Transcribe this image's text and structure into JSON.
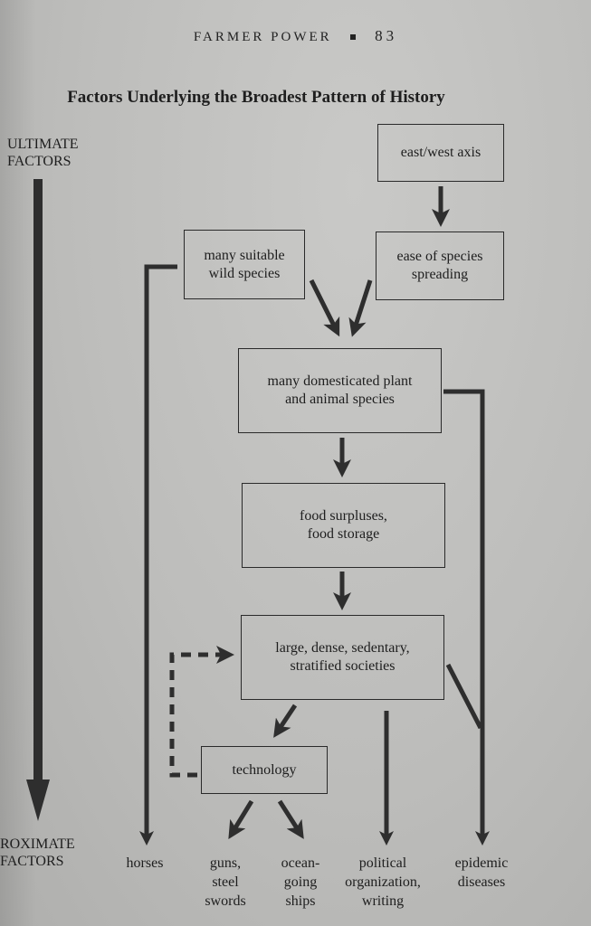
{
  "running_head": {
    "chapter": "FARMER POWER",
    "page_number": "83"
  },
  "figure": {
    "title": "Factors Underlying the Broadest Pattern of History",
    "axis_top_label": "ULTIMATE\nFACTORS",
    "axis_bottom_label": "ROXIMATE\nFACTORS"
  },
  "boxes": {
    "east_west_axis": "east/west axis",
    "ease_of_spreading": "ease of species\nspreading",
    "wild_species": "many suitable\nwild species",
    "domesticated": "many domesticated plant\nand animal species",
    "food_surpluses": "food surpluses,\nfood storage",
    "societies": "large, dense, sedentary,\nstratified societies",
    "technology": "technology"
  },
  "outcomes": {
    "horses": "horses",
    "guns": "guns,\nsteel\nswords",
    "ships": "ocean-\ngoing\nships",
    "political": "political\norganization,\nwriting",
    "epidemic": "epidemic\ndiseases"
  },
  "colors": {
    "ink": "#2e2e2e",
    "paper": "#c2c2c0"
  }
}
